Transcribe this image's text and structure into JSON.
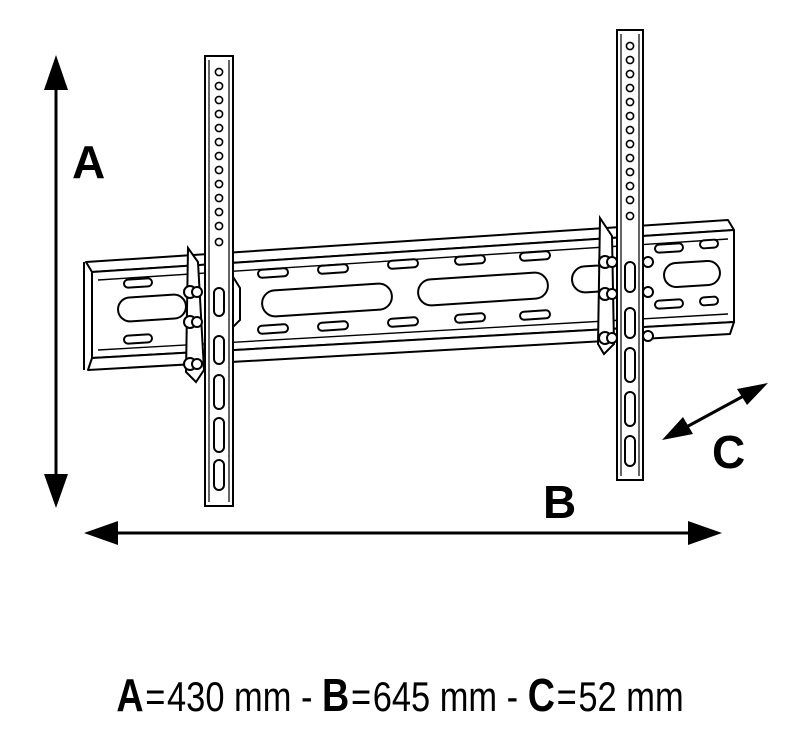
{
  "labels": {
    "a": "A",
    "b": "B",
    "c": "C"
  },
  "caption": {
    "a_key": "A",
    "a_value": "430 mm",
    "b_key": "B",
    "b_value": "645 mm",
    "c_key": "C",
    "c_value": "52 mm",
    "equals": "=",
    "separator": "-"
  }
}
